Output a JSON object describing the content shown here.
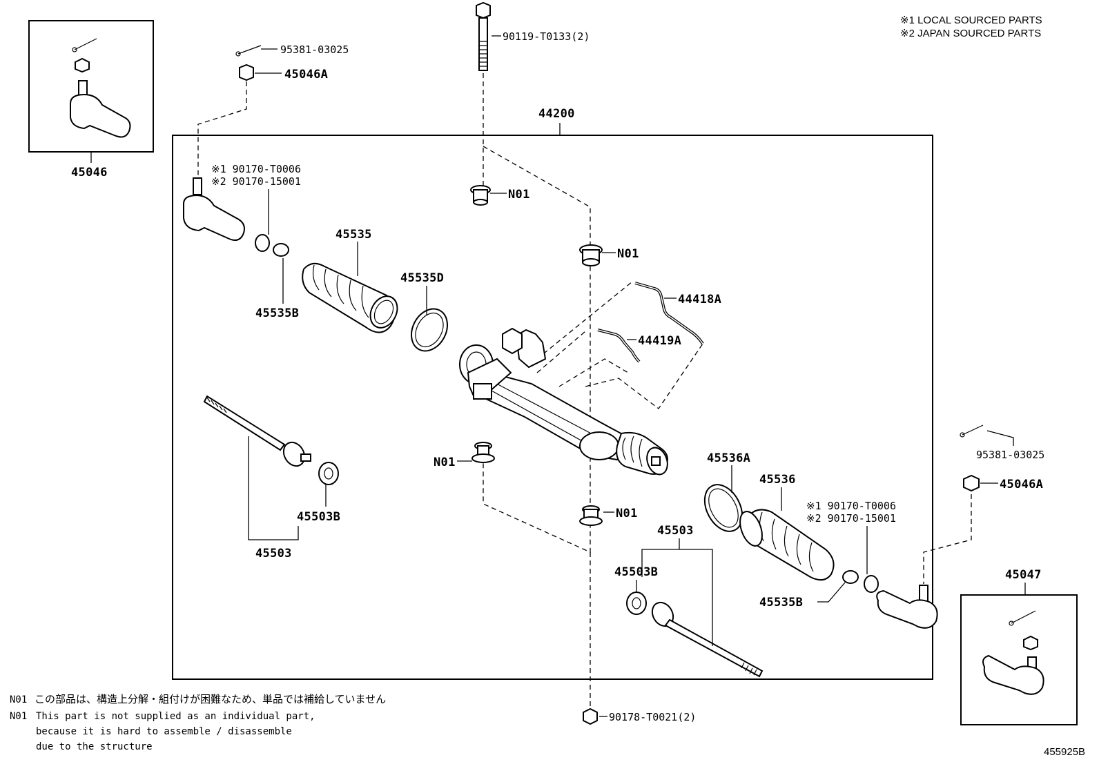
{
  "header_notes": {
    "local": "※1 LOCAL SOURCED PARTS",
    "japan": "※2 JAPAN SOURCED PARTS"
  },
  "assembly_label": "44200",
  "parts": {
    "bolt_top": "90119-T0133(2)",
    "cotter_pin_left": "95381-03025",
    "nut_left": "45046A",
    "tie_rod_end_left_kit": "45046",
    "bolt_left_local": "※1 90170-T0006",
    "bolt_left_japan": "※2 90170-15001",
    "boot_left": "45535",
    "clamp_left": "45535D",
    "clip_left": "45535B",
    "tube_a": "44418A",
    "tube_b": "44419A",
    "n01_upper_left": "N01",
    "n01_upper_right": "N01",
    "n01_lower_left": "N01",
    "n01_lower_right": "N01",
    "rack_end_left_washer": "45503B",
    "rack_end_left": "45503",
    "clamp_right": "45536A",
    "boot_right": "45536",
    "bolt_right_local": "※1 90170-T0006",
    "bolt_right_japan": "※2 90170-15001",
    "rack_end_right": "45503",
    "rack_end_right_washer": "45503B",
    "clip_right": "45535B",
    "cotter_pin_right": "95381-03025",
    "nut_right": "45046A",
    "tie_rod_end_right_kit": "45047",
    "bolt_bottom": "90178-T0021(2)"
  },
  "footnotes": {
    "jp_prefix": "N01",
    "jp": "この部品は、構造上分解・組付けが困難なため、単品では補給していません",
    "en_prefix": "N01",
    "en_line1": "This part is not supplied as an individual part,",
    "en_line2": "because it is hard to assemble / disassemble",
    "en_line3": "due to the structure"
  },
  "diagram_id": "455925B"
}
